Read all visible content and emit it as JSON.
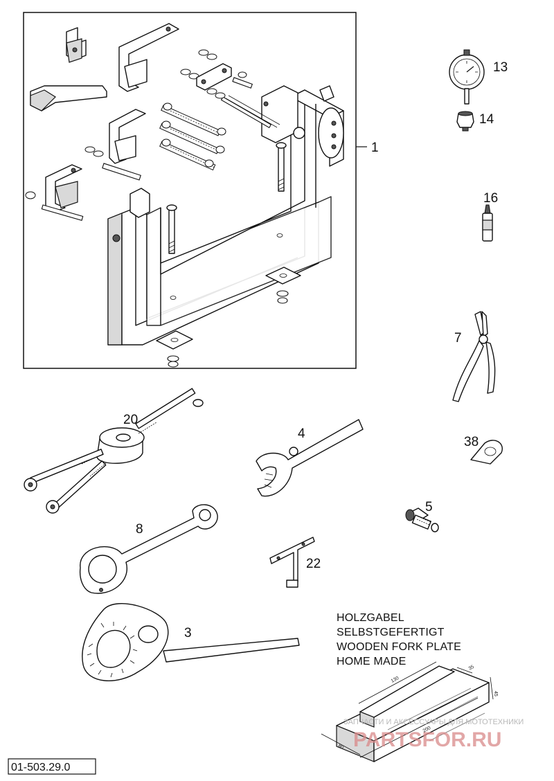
{
  "diagram": {
    "callouts": {
      "c1": "1",
      "c13": "13",
      "c14": "14",
      "c16": "16",
      "c7": "7",
      "c20": "20",
      "c4": "4",
      "c38": "38",
      "c5": "5",
      "c8": "8",
      "c22": "22",
      "c3": "3"
    },
    "note_lines": [
      "HOLZGABEL",
      "SELBSTGEFERTIGT",
      "WOODEN FORK PLATE",
      "HOME MADE"
    ],
    "dimensions": [
      "130",
      "200",
      "80",
      "35",
      "45"
    ],
    "watermark": {
      "caption": "ЗАПЧАСТИ И АКСЕССУАРЫ ДЛЯ МОТОТЕХНИКИ",
      "brand": "PARTSFOR.RU"
    },
    "document_number": "01-503.29.0"
  }
}
